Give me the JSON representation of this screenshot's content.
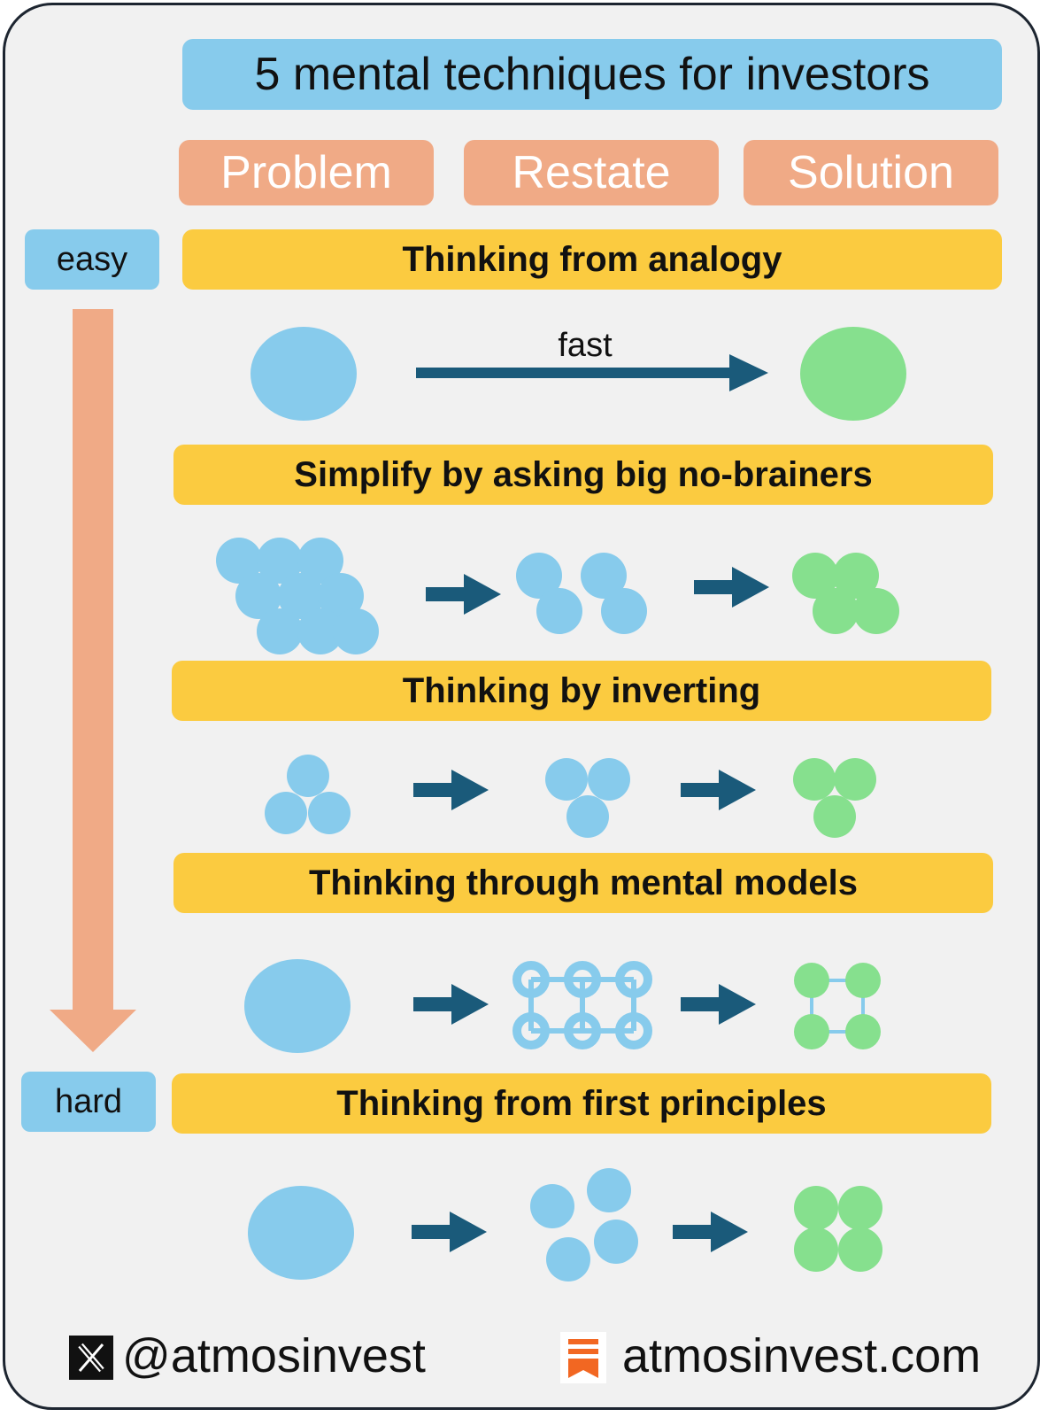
{
  "title": "5 mental techniques for investors",
  "columns": [
    "Problem",
    "Restate",
    "Solution"
  ],
  "levels": {
    "top": "easy",
    "bottom": "hard"
  },
  "techniques": [
    {
      "label": "Thinking from analogy",
      "arrow_label": "fast"
    },
    {
      "label": "Simplify by asking big no-brainers"
    },
    {
      "label": "Thinking by inverting"
    },
    {
      "label": "Thinking through mental models"
    },
    {
      "label": "Thinking from first principles"
    }
  ],
  "footer": {
    "handle": "@atmosinvest",
    "website": "atmosinvest.com"
  },
  "icons": {
    "left": "x-logo-icon",
    "right": "substack-icon"
  },
  "colors": {
    "problem_blue": "#87cbec",
    "solution_green": "#86e08e",
    "arrow_dark": "#1a5a7a",
    "difficulty_arrow": "#f0aa86",
    "technique_bar": "#fbcb40",
    "column_header": "#f0aa86",
    "substack_orange": "#f26722"
  }
}
